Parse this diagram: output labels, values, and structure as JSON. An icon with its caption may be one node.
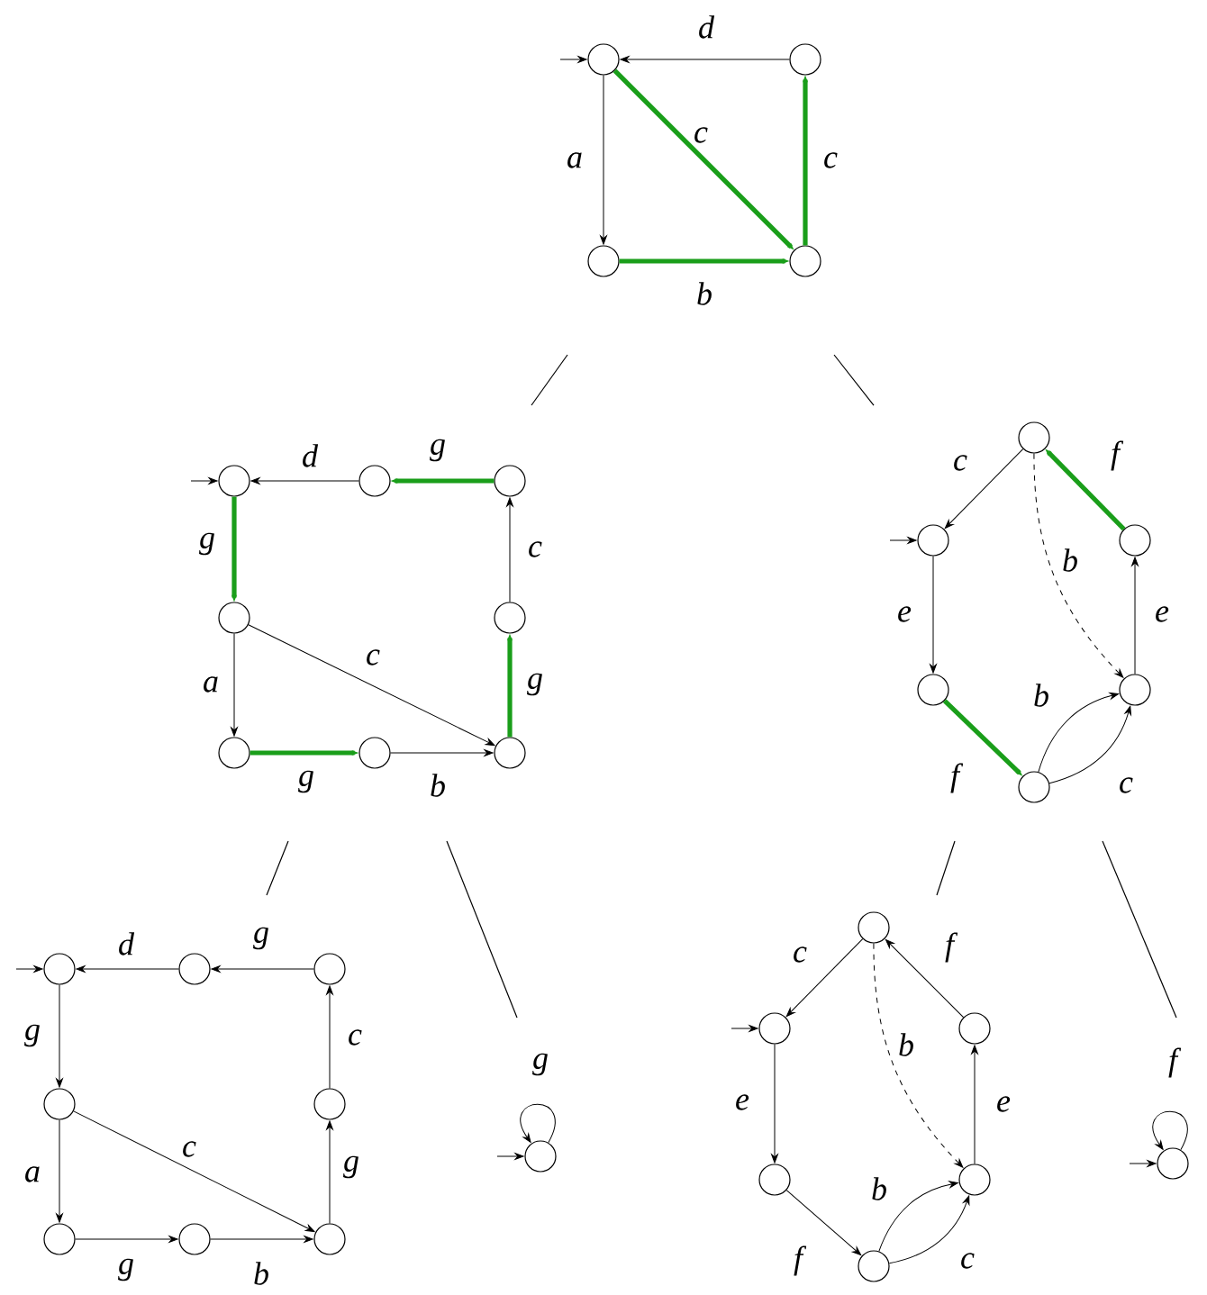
{
  "diagram": {
    "nodes": [
      {
        "text": [],
        "shape": "circle"
      },
      {
        "text": [],
        "shape": "circle"
      },
      {
        "text": [],
        "shape": "circle"
      },
      {
        "text": [],
        "shape": "circle"
      },
      {
        "text": [],
        "shape": "circle"
      },
      {
        "text": [],
        "shape": "circle"
      },
      {
        "text": [],
        "shape": "circle"
      },
      {
        "text": [],
        "shape": "circle"
      },
      {
        "text": [],
        "shape": "circle"
      },
      {
        "text": [],
        "shape": "circle"
      },
      {
        "text": [],
        "shape": "circle"
      },
      {
        "text": [],
        "shape": "circle"
      },
      {
        "text": [],
        "shape": "circle"
      },
      {
        "text": [],
        "shape": "circle"
      },
      {
        "text": [],
        "shape": "circle"
      },
      {
        "text": [],
        "shape": "circle"
      },
      {
        "text": [],
        "shape": "circle"
      },
      {
        "text": [],
        "shape": "circle"
      },
      {
        "text": [],
        "shape": "circle"
      },
      {
        "text": [],
        "shape": "circle"
      },
      {
        "text": [],
        "shape": "circle"
      },
      {
        "text": [],
        "shape": "circle"
      },
      {
        "text": [],
        "shape": "circle"
      },
      {
        "text": [],
        "shape": "circle"
      },
      {
        "text": [],
        "shape": "circle"
      },
      {
        "text": [],
        "shape": "circle"
      },
      {
        "text": [],
        "shape": "circle"
      },
      {
        "text": [],
        "shape": "circle"
      },
      {
        "text": [],
        "shape": "circle"
      },
      {
        "text": [],
        "shape": "circle"
      },
      {
        "text": [],
        "shape": "circle"
      },
      {
        "text": [],
        "shape": "circle"
      },
      {
        "text": [],
        "shape": "circle"
      },
      {
        "text": [],
        "shape": "circle"
      }
    ],
    "edges": [
      {
        "from": null,
        "to": 0,
        "arrow": "to"
      },
      {
        "from": 1,
        "to": 0,
        "arrow": "to",
        "label": "d"
      },
      {
        "from": 0,
        "to": 2,
        "arrow": "to",
        "label": "a"
      },
      {
        "from": 0,
        "to": 3,
        "arrow": "to",
        "label": "c",
        "style": "thick",
        "color": "#1a9e1a"
      },
      {
        "from": 3,
        "to": 1,
        "arrow": "to",
        "label": "c",
        "style": "thick",
        "color": "#1a9e1a"
      },
      {
        "from": 2,
        "to": 3,
        "arrow": "to",
        "label": "b",
        "style": "thick",
        "color": "#1a9e1a"
      },
      {
        "from": null,
        "to": 4,
        "arrow": "to"
      },
      {
        "from": 5,
        "to": 4,
        "arrow": "to",
        "label": "d"
      },
      {
        "from": 6,
        "to": 5,
        "arrow": "to",
        "label": "g",
        "style": "thick",
        "color": "#1a9e1a"
      },
      {
        "from": 4,
        "to": 7,
        "arrow": "to",
        "label": "g",
        "style": "thick",
        "color": "#1a9e1a"
      },
      {
        "from": 8,
        "to": 6,
        "arrow": "to",
        "label": "c"
      },
      {
        "from": 7,
        "to": 11,
        "arrow": "to",
        "label": "c"
      },
      {
        "from": 7,
        "to": 9,
        "arrow": "to",
        "label": "a"
      },
      {
        "from": 11,
        "to": 8,
        "arrow": "to",
        "label": "g",
        "style": "thick",
        "color": "#1a9e1a"
      },
      {
        "from": 9,
        "to": 10,
        "arrow": "to",
        "label": "g",
        "style": "thick",
        "color": "#1a9e1a"
      },
      {
        "from": 10,
        "to": 11,
        "arrow": "to",
        "label": "b"
      },
      {
        "from": 12,
        "to": 13,
        "arrow": "to",
        "label": "c"
      },
      {
        "from": 14,
        "to": 12,
        "arrow": "to",
        "label": "f",
        "style": "thick",
        "color": "#1a9e1a"
      },
      {
        "from": null,
        "to": 13,
        "arrow": "to"
      },
      {
        "from": 12,
        "to": 16,
        "arrow": "to",
        "label": "b",
        "style": "dashed"
      },
      {
        "from": 13,
        "to": 15,
        "arrow": "to",
        "label": "e"
      },
      {
        "from": 16,
        "to": 14,
        "arrow": "to",
        "label": "e"
      },
      {
        "from": 17,
        "to": 16,
        "arrow": "to",
        "label": "b"
      },
      {
        "from": 15,
        "to": 17,
        "arrow": "to",
        "label": "f",
        "style": "thick",
        "color": "#1a9e1a"
      },
      {
        "from": 17,
        "to": 16,
        "arrow": "to",
        "label": "c"
      },
      {
        "from": null,
        "to": 18,
        "arrow": "to"
      },
      {
        "from": 19,
        "to": 18,
        "arrow": "to",
        "label": "d"
      },
      {
        "from": 20,
        "to": 19,
        "arrow": "to",
        "label": "g"
      },
      {
        "from": 18,
        "to": 21,
        "arrow": "to",
        "label": "g"
      },
      {
        "from": 22,
        "to": 20,
        "arrow": "to",
        "label": "c"
      },
      {
        "from": 21,
        "to": 25,
        "arrow": "to",
        "label": "c"
      },
      {
        "from": 21,
        "to": 23,
        "arrow": "to",
        "label": "a"
      },
      {
        "from": 25,
        "to": 22,
        "arrow": "to",
        "label": "g"
      },
      {
        "from": 23,
        "to": 24,
        "arrow": "to",
        "label": "g"
      },
      {
        "from": 24,
        "to": 25,
        "arrow": "to",
        "label": "b"
      },
      {
        "from": 26,
        "to": 26,
        "arrow": "to",
        "label": "g"
      },
      {
        "from": null,
        "to": 26,
        "arrow": "to"
      },
      {
        "from": 27,
        "to": 28,
        "arrow": "to",
        "label": "c"
      },
      {
        "from": 29,
        "to": 27,
        "arrow": "to",
        "label": "f"
      },
      {
        "from": null,
        "to": 28,
        "arrow": "to"
      },
      {
        "from": 27,
        "to": 31,
        "arrow": "to",
        "label": "b",
        "style": "dashed"
      },
      {
        "from": 28,
        "to": 30,
        "arrow": "to",
        "label": "e"
      },
      {
        "from": 31,
        "to": 29,
        "arrow": "to",
        "label": "e"
      },
      {
        "from": 32,
        "to": 31,
        "arrow": "to",
        "label": "b"
      },
      {
        "from": 30,
        "to": 32,
        "arrow": "to",
        "label": "f"
      },
      {
        "from": 32,
        "to": 31,
        "arrow": "to",
        "label": "c"
      },
      {
        "from": 33,
        "to": 33,
        "arrow": "to",
        "label": "f"
      },
      {
        "from": null,
        "to": 33,
        "arrow": "to"
      }
    ]
  }
}
